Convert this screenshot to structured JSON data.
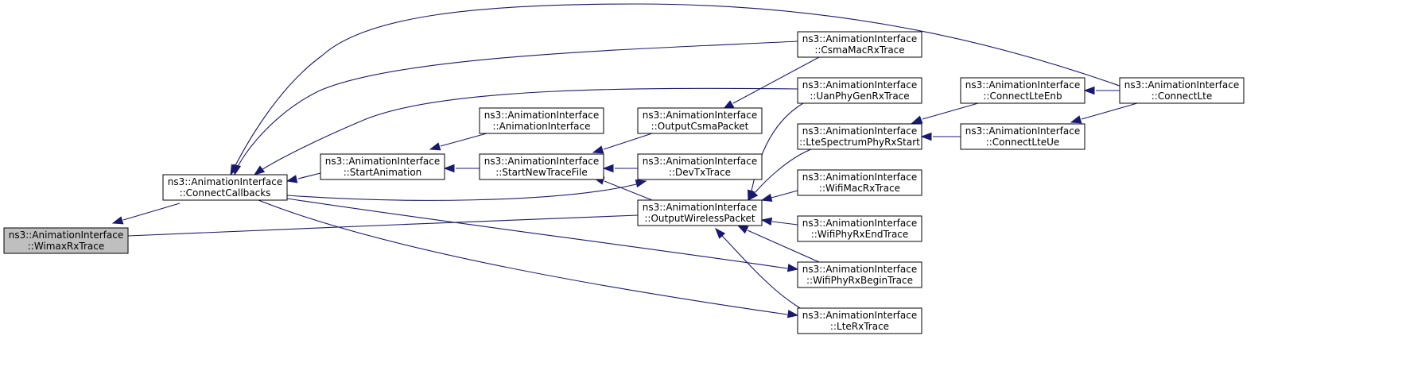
{
  "diagram": {
    "type": "caller graph",
    "colors": {
      "edge": "#191970",
      "node_border": "#000000",
      "highlight_fill": "#bfbfbf",
      "background": "#ffffff"
    },
    "nodes": [
      {
        "id": "wimax",
        "line1": "ns3::AnimationInterface",
        "line2": "::WimaxRxTrace",
        "highlight": true
      },
      {
        "id": "connectCallbacks",
        "line1": "ns3::AnimationInterface",
        "line2": "::ConnectCallbacks"
      },
      {
        "id": "startAnimation",
        "line1": "ns3::AnimationInterface",
        "line2": "::StartAnimation"
      },
      {
        "id": "animIface",
        "line1": "ns3::AnimationInterface",
        "line2": "::AnimationInterface"
      },
      {
        "id": "startNewTraceFile",
        "line1": "ns3::AnimationInterface",
        "line2": "::StartNewTraceFile"
      },
      {
        "id": "outputCsmaPacket",
        "line1": "ns3::AnimationInterface",
        "line2": "::OutputCsmaPacket"
      },
      {
        "id": "devTxTrace",
        "line1": "ns3::AnimationInterface",
        "line2": "::DevTxTrace"
      },
      {
        "id": "outputWirelessPacket",
        "line1": "ns3::AnimationInterface",
        "line2": "::OutputWirelessPacket"
      },
      {
        "id": "csmaMacRxTrace",
        "line1": "ns3::AnimationInterface",
        "line2": "::CsmaMacRxTrace"
      },
      {
        "id": "uanPhyGenRxTrace",
        "line1": "ns3::AnimationInterface",
        "line2": "::UanPhyGenRxTrace"
      },
      {
        "id": "lteSpectrumPhyRxStart",
        "line1": "ns3::AnimationInterface",
        "line2": "::LteSpectrumPhyRxStart"
      },
      {
        "id": "wifiMacRxTrace",
        "line1": "ns3::AnimationInterface",
        "line2": "::WifiMacRxTrace"
      },
      {
        "id": "wifiPhyRxEndTrace",
        "line1": "ns3::AnimationInterface",
        "line2": "::WifiPhyRxEndTrace"
      },
      {
        "id": "wifiPhyRxBeginTrace",
        "line1": "ns3::AnimationInterface",
        "line2": "::WifiPhyRxBeginTrace"
      },
      {
        "id": "lteRxTrace",
        "line1": "ns3::AnimationInterface",
        "line2": "::LteRxTrace"
      },
      {
        "id": "connectLteEnb",
        "line1": "ns3::AnimationInterface",
        "line2": "::ConnectLteEnb"
      },
      {
        "id": "connectLteUe",
        "line1": "ns3::AnimationInterface",
        "line2": "::ConnectLteUe"
      },
      {
        "id": "connectLte",
        "line1": "ns3::AnimationInterface",
        "line2": "::ConnectLte"
      }
    ],
    "edges": [
      {
        "from": "connectCallbacks",
        "to": "wimax"
      },
      {
        "from": "outputWirelessPacket",
        "to": "wimax"
      },
      {
        "from": "startAnimation",
        "to": "connectCallbacks"
      },
      {
        "from": "connectLte",
        "to": "connectCallbacks"
      },
      {
        "from": "csmaMacRxTrace",
        "to": "connectCallbacks"
      },
      {
        "from": "uanPhyGenRxTrace",
        "to": "connectCallbacks"
      },
      {
        "from": "devTxTrace",
        "to": "connectCallbacks"
      },
      {
        "from": "wifiPhyRxBeginTrace",
        "to": "connectCallbacks"
      },
      {
        "from": "lteRxTrace",
        "to": "connectCallbacks"
      },
      {
        "from": "animIface",
        "to": "startAnimation"
      },
      {
        "from": "startNewTraceFile",
        "to": "startAnimation"
      },
      {
        "from": "outputCsmaPacket",
        "to": "startNewTraceFile"
      },
      {
        "from": "devTxTrace",
        "to": "startNewTraceFile"
      },
      {
        "from": "outputWirelessPacket",
        "to": "startNewTraceFile"
      },
      {
        "from": "csmaMacRxTrace",
        "to": "outputCsmaPacket"
      },
      {
        "from": "uanPhyGenRxTrace",
        "to": "outputWirelessPacket"
      },
      {
        "from": "lteSpectrumPhyRxStart",
        "to": "outputWirelessPacket"
      },
      {
        "from": "wifiMacRxTrace",
        "to": "outputWirelessPacket"
      },
      {
        "from": "wifiPhyRxEndTrace",
        "to": "outputWirelessPacket"
      },
      {
        "from": "wifiPhyRxBeginTrace",
        "to": "outputWirelessPacket"
      },
      {
        "from": "lteRxTrace",
        "to": "outputWirelessPacket"
      },
      {
        "from": "connectLteEnb",
        "to": "lteSpectrumPhyRxStart"
      },
      {
        "from": "connectLteUe",
        "to": "lteSpectrumPhyRxStart"
      },
      {
        "from": "connectLte",
        "to": "connectLteEnb"
      },
      {
        "from": "connectLte",
        "to": "connectLteUe"
      }
    ]
  }
}
